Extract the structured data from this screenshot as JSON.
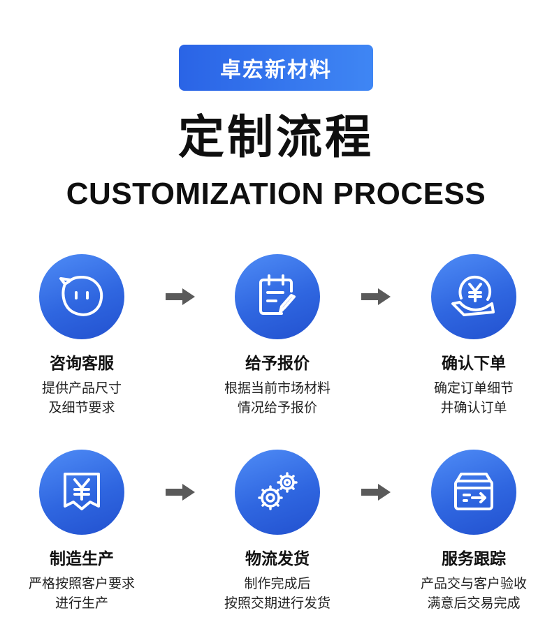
{
  "header": {
    "brand": "卓宏新材料",
    "title_cn": "定制流程",
    "title_en": "CUSTOMIZATION PROCESS"
  },
  "colors": {
    "accent": "#2f66e0",
    "accent_light": "#4f8cf6",
    "arrow": "#5a5a5a",
    "text": "#111111"
  },
  "steps": [
    {
      "icon": "chat-bubble-icon",
      "title": "咨询客服",
      "desc1": "提供产品尺寸",
      "desc2": "及细节要求"
    },
    {
      "icon": "clipboard-edit-icon",
      "title": "给予报价",
      "desc1": "根据当前市场材料",
      "desc2": "情况给予报价"
    },
    {
      "icon": "yen-hand-icon",
      "title": "确认下单",
      "desc1": "确定订单细节",
      "desc2": "井确认订单"
    },
    {
      "icon": "yen-document-icon",
      "title": "制造生产",
      "desc1": "严格按照客户要求",
      "desc2": "进行生产"
    },
    {
      "icon": "gears-icon",
      "title": "物流发货",
      "desc1": "制作完成后",
      "desc2": "按照交期进行发货"
    },
    {
      "icon": "shipping-box-icon",
      "title": "服务跟踪",
      "desc1": "产品交与客户验收",
      "desc2": "满意后交易完成"
    }
  ]
}
